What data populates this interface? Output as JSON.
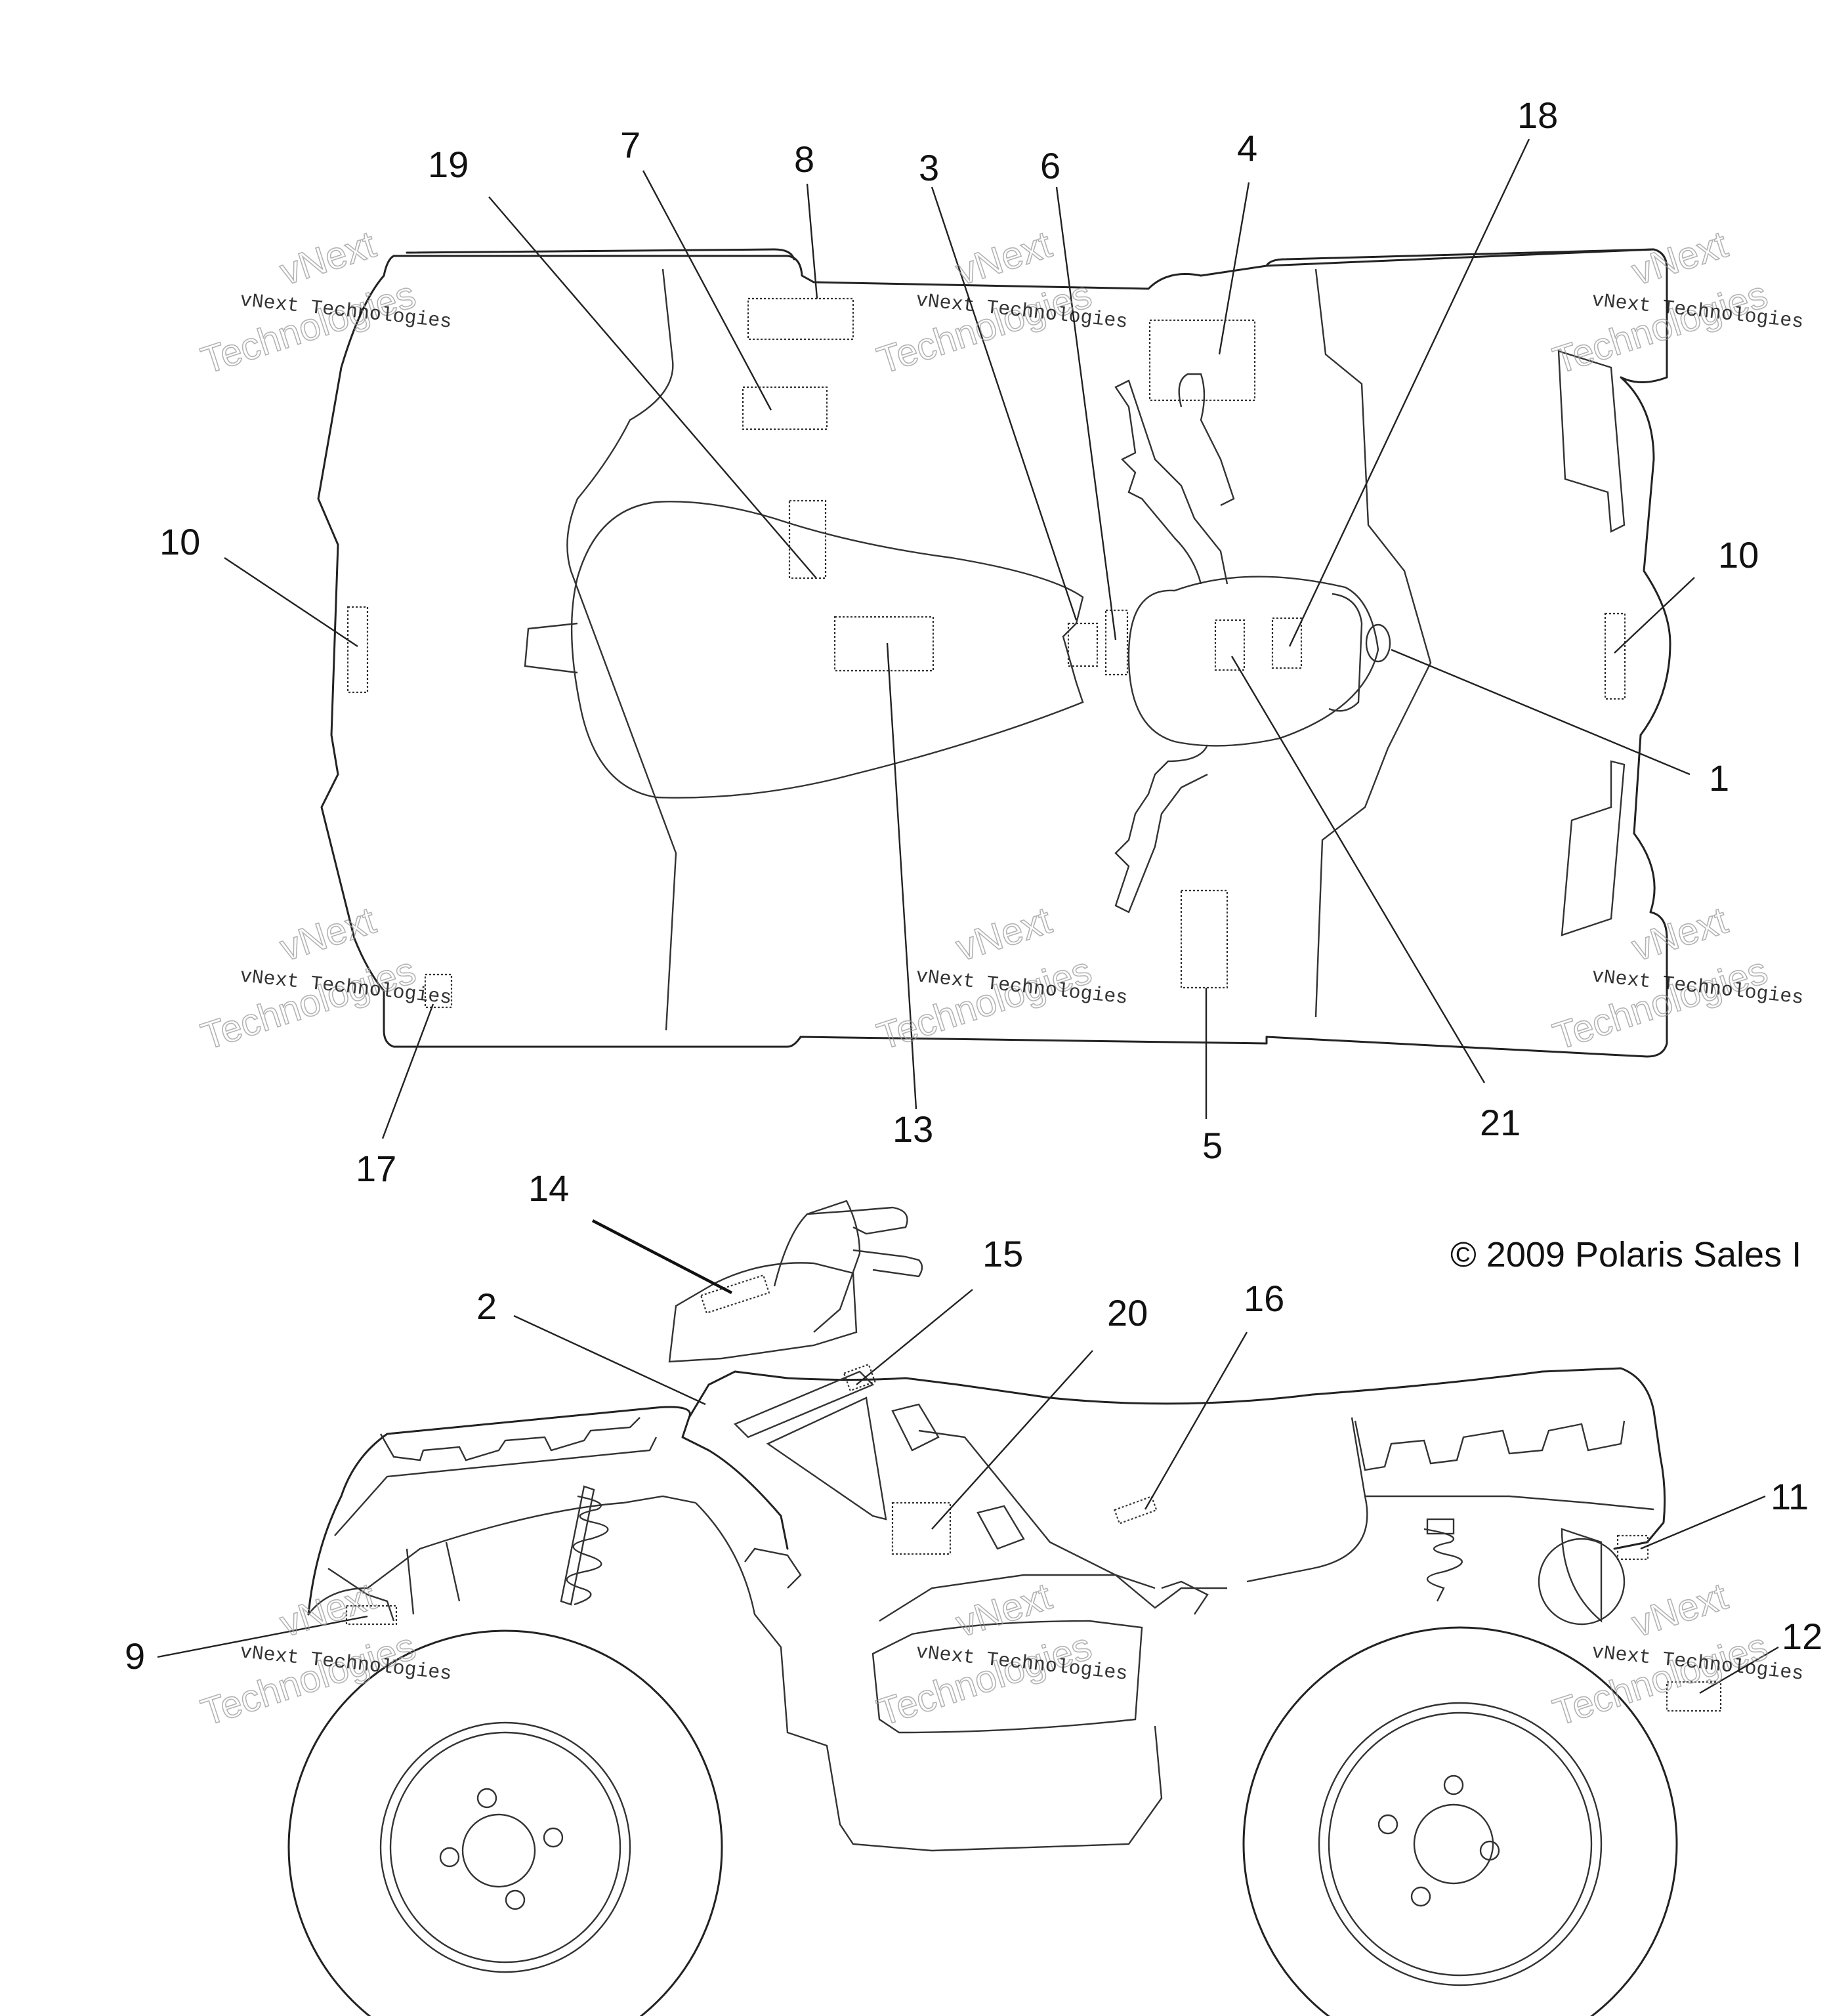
{
  "copyright": "© 2009 Polaris Sales I",
  "watermark": {
    "line_small": "vNext Technologies",
    "line_big_1": "vNext",
    "line_big_2": "Technologies"
  },
  "callouts": {
    "c1": "1",
    "c2": "2",
    "c3": "3",
    "c4": "4",
    "c5": "5",
    "c6": "6",
    "c7": "7",
    "c8": "8",
    "c9": "9",
    "c10a": "10",
    "c10b": "10",
    "c11": "11",
    "c12": "12",
    "c13": "13",
    "c14": "14",
    "c15": "15",
    "c16": "16",
    "c17": "17",
    "c18": "18",
    "c19": "19",
    "c20": "20",
    "c21": "21"
  },
  "views": [
    "top-view",
    "side-view"
  ]
}
